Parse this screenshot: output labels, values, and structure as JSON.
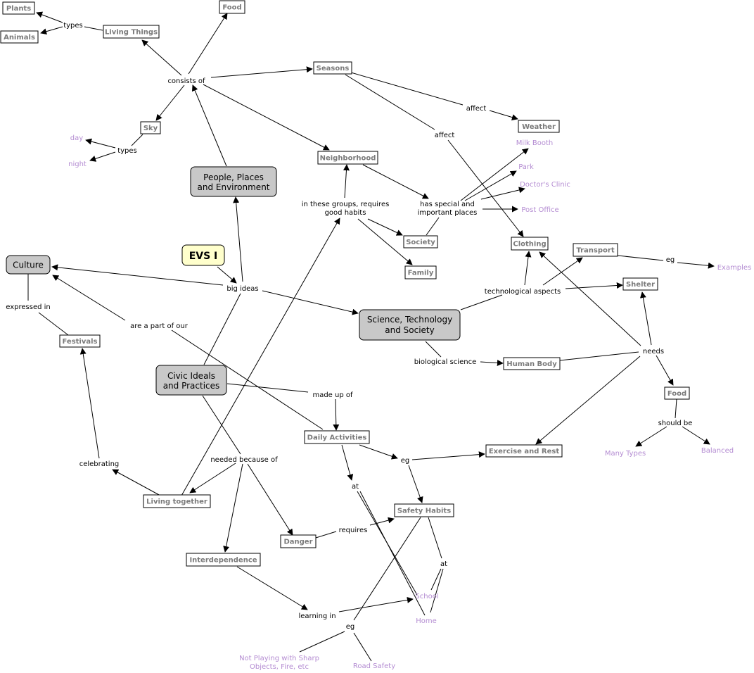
{
  "concepts": {
    "plants": "Plants",
    "animals": "Animals",
    "living_things": "Living Things",
    "food_top": "Food",
    "seasons": "Seasons",
    "weather": "Weather",
    "sky": "Sky",
    "neighborhood": "Neighborhood",
    "society": "Society",
    "family": "Family",
    "clothing": "Clothing",
    "transport": "Transport",
    "shelter": "Shelter",
    "festivals": "Festivals",
    "human_body": "Human Body",
    "food_right": "Food",
    "daily_activities": "Daily Activities",
    "exercise_rest": "Exercise and Rest",
    "safety_habits": "Safety Habits",
    "living_together": "Living together",
    "danger": "Danger",
    "interdependence": "Interdependence"
  },
  "major_concepts": {
    "people": [
      "People, Places",
      "and Environment"
    ],
    "culture": [
      "Culture"
    ],
    "science": [
      "Science, Technology",
      "and Society"
    ],
    "civic": [
      "Civic Ideals",
      "and Practices"
    ]
  },
  "root": "EVS I",
  "linking_phrases": {
    "types_top": "types",
    "consists_of": "consists of",
    "types_sky": "types",
    "affect_weather": "affect",
    "affect_clothing": "affect",
    "in_these_groups": [
      "in these groups, requires",
      "good habits"
    ],
    "has_special": [
      "has special and",
      "important places"
    ],
    "big_ideas": "big ideas",
    "expressed_in": "expressed in",
    "are_part_of": "are a part of our",
    "technological": "technological aspects",
    "eg_transport": "eg",
    "needs": "needs",
    "biological": "biological science",
    "made_up_of": "made up of",
    "should_be": "should be",
    "celebrating": "celebrating",
    "needed_because": "needed because of",
    "eg_daily": "eg",
    "at_daily": "at",
    "requires": "requires",
    "at_safety": "at",
    "learning_in": "learning in",
    "eg_safety": "eg"
  },
  "leaves": {
    "day": "day",
    "night": "night",
    "milk_booth": "Milk Booth",
    "park": "Park",
    "doctors_clinic": "Doctor's Clinic",
    "post_office": "Post Office",
    "examples": "Examples",
    "many_types": "Many Types",
    "balanced": "Balanced",
    "school": "School",
    "home": "Home",
    "not_playing": [
      "Not Playing with Sharp",
      "Objects, Fire, etc"
    ],
    "road_safety": "Road Safety"
  },
  "colors": {
    "concept_fill": "#ffffff",
    "major_fill": "#c8c8c8",
    "root_fill": "#ffffcc",
    "concept_text": "#7a7a7a",
    "leaf_text": "#b48cd2",
    "line": "#000000"
  }
}
